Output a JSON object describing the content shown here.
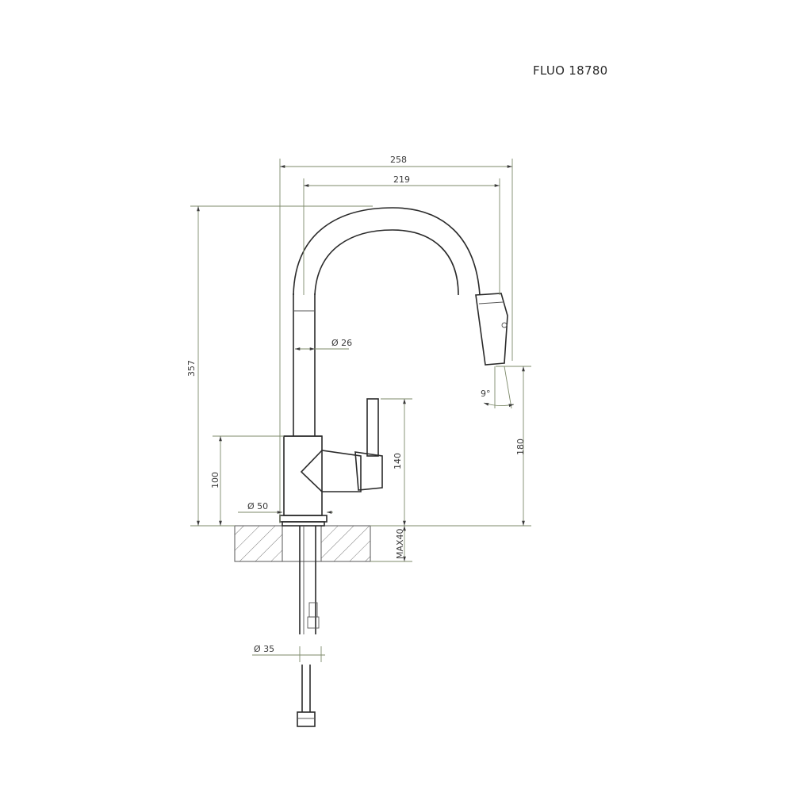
{
  "title": "FLUO 18780",
  "dimensions": {
    "overall_reach": "258",
    "spout_reach": "219",
    "total_height": "357",
    "spout_diameter": "Ø 26",
    "spray_angle": "9°",
    "spout_clearance": "180",
    "handle_height": "140",
    "body_height": "100",
    "base_diameter": "Ø 50",
    "max_counter_thickness": "MAX40",
    "shank_diameter": "Ø 35"
  }
}
